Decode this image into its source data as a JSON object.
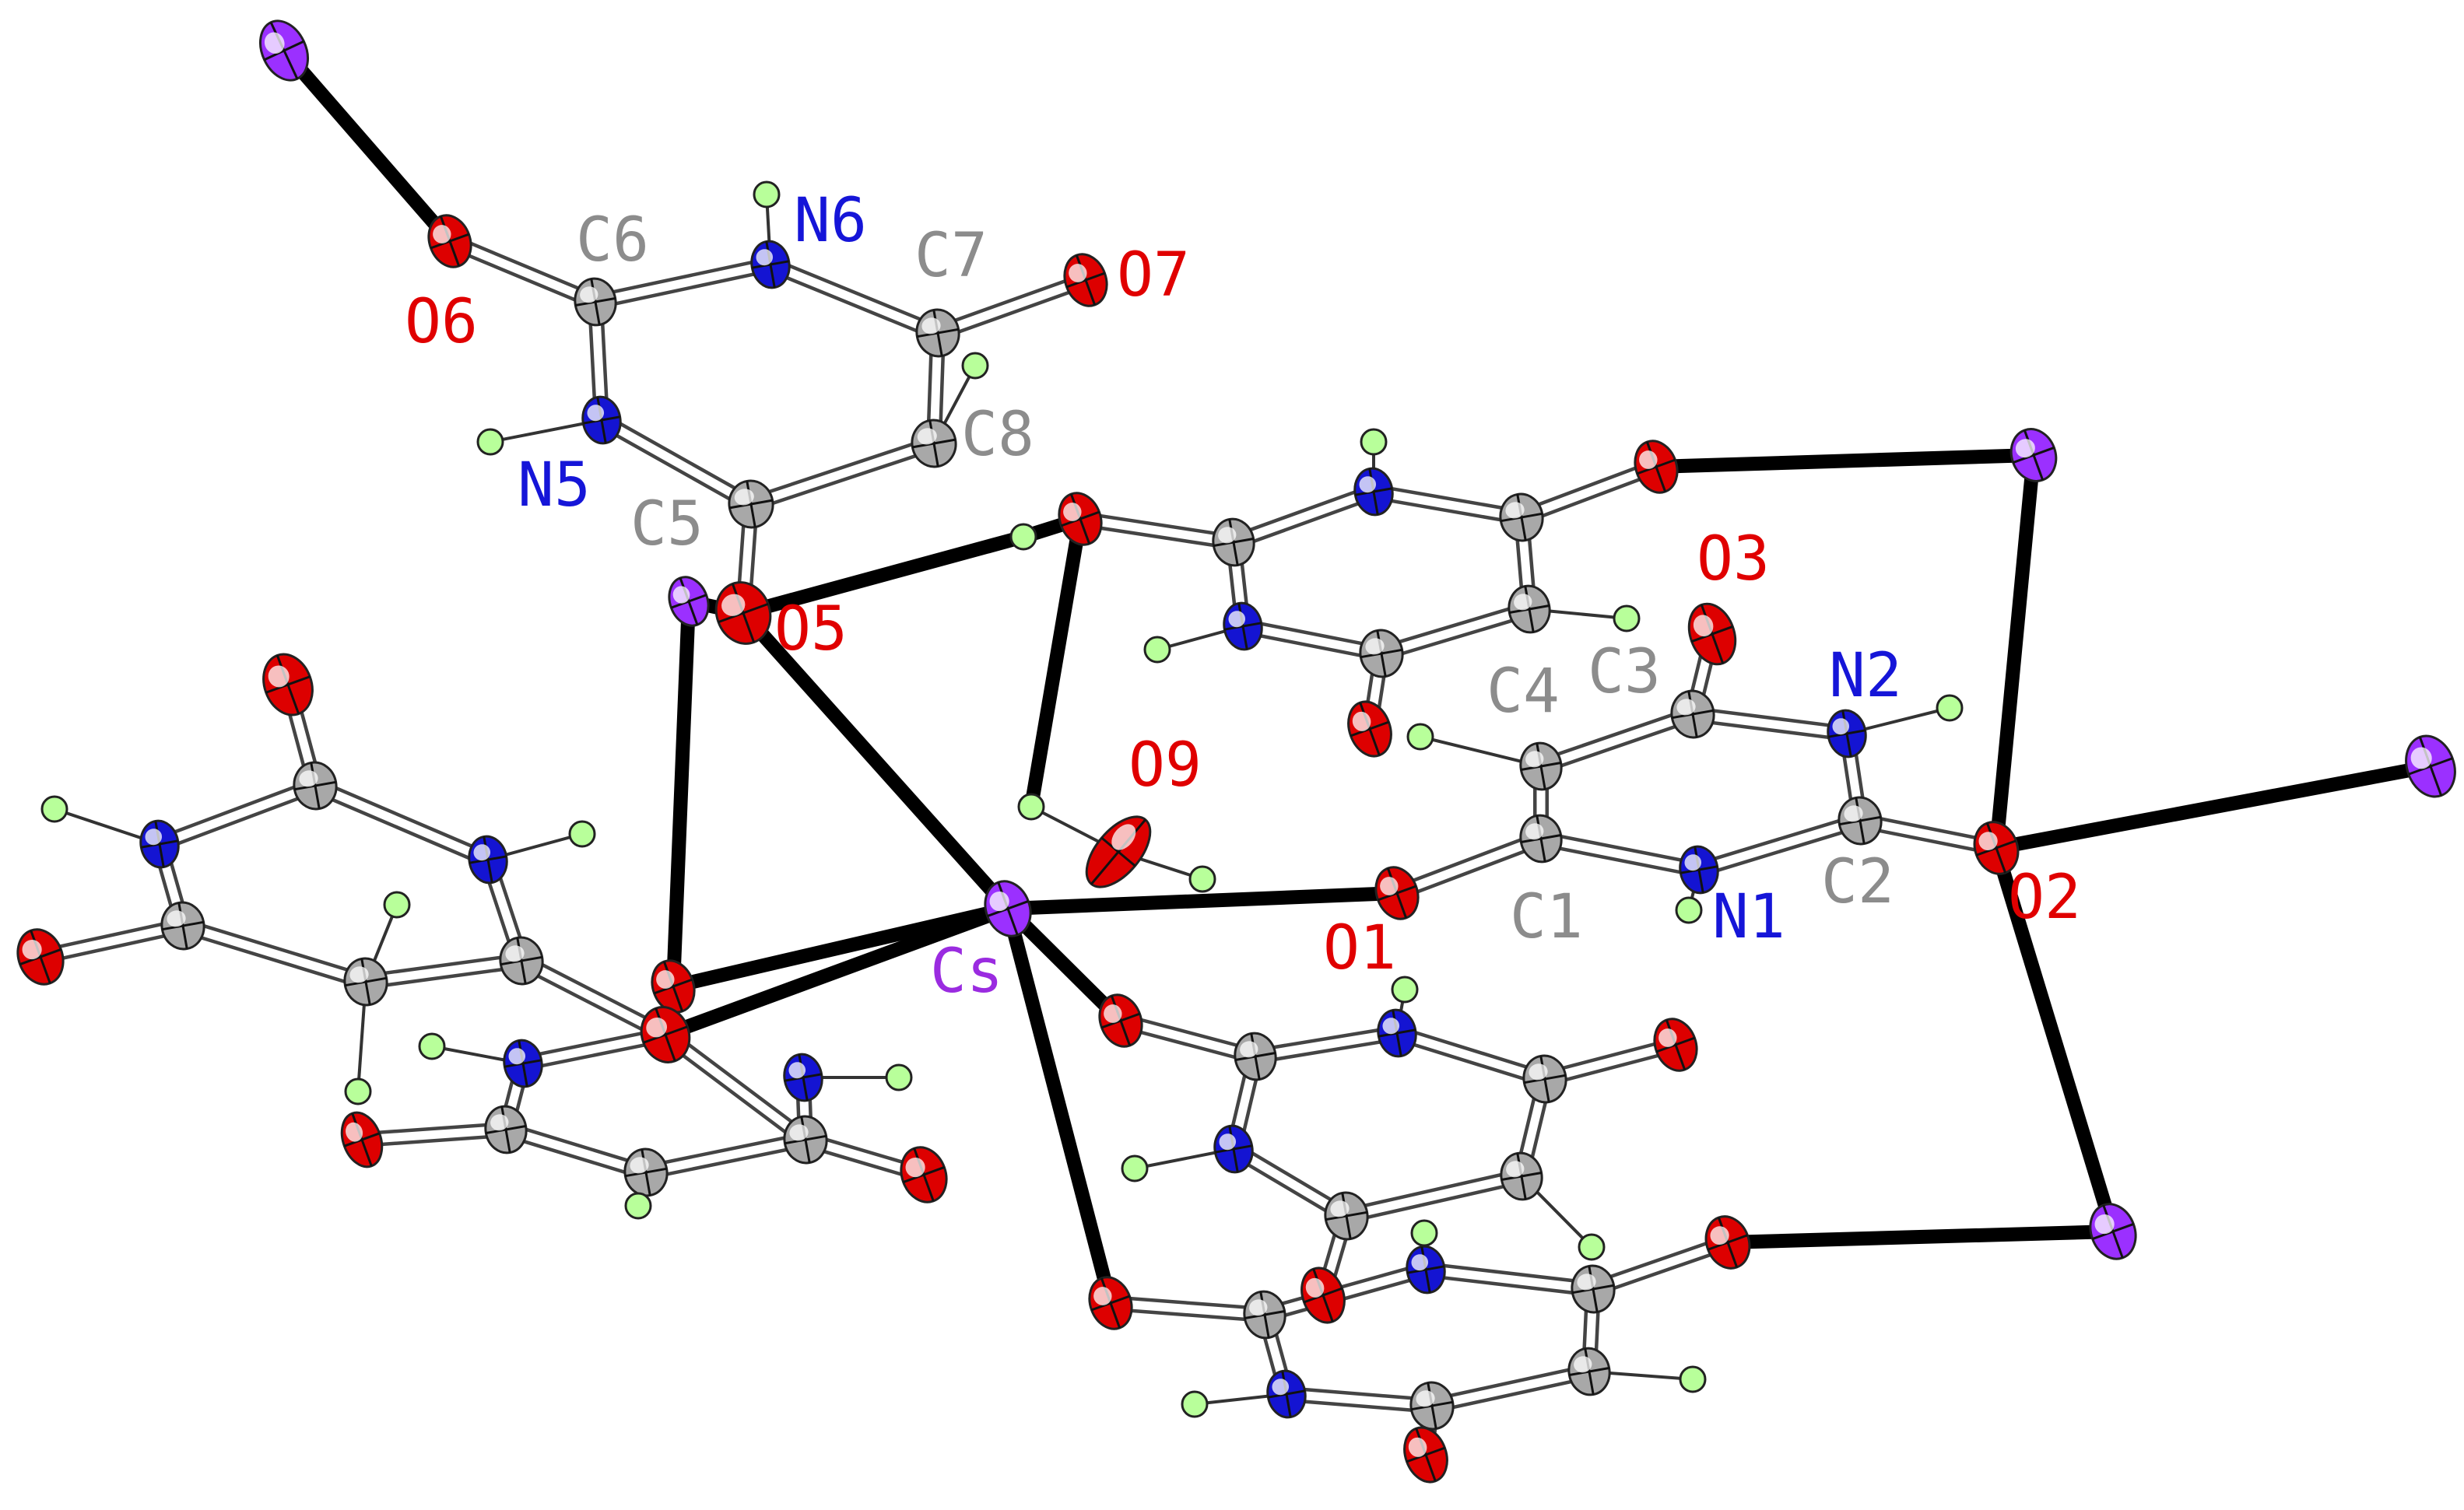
{
  "colors": {
    "C": "#a8a8a8",
    "N": "#1414d2",
    "O": "#dd0000",
    "Cs": "#9b30ff",
    "H": "#b8ff9a",
    "coord_bond": "#000000"
  },
  "labels": {
    "C1": "C1",
    "C2": "C2",
    "C3": "C3",
    "C4": "C4",
    "C5": "C5",
    "C6": "C6",
    "C7": "C7",
    "C8": "C8",
    "N1": "N1",
    "N2": "N2",
    "N5": "N5",
    "N6": "N6",
    "O1": "O1",
    "O2": "O2",
    "O3": "O3",
    "O5": "O5",
    "O6": "O6",
    "O7": "O7",
    "O9": "O9",
    "Cs": "Cs"
  }
}
